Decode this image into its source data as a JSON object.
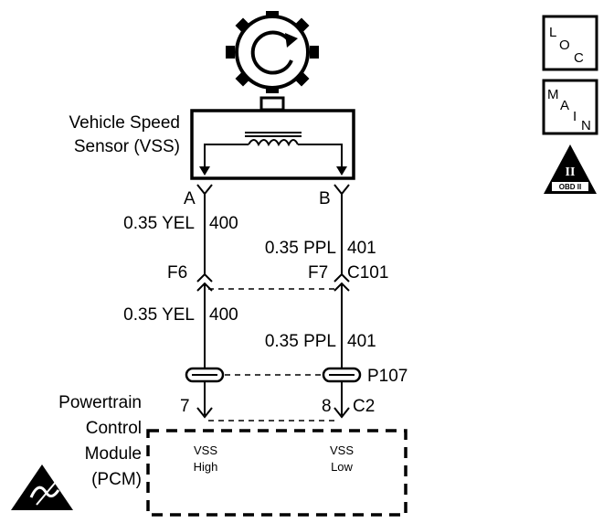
{
  "sensor": {
    "name_line1": "Vehicle Speed",
    "name_line2": "Sensor (VSS)",
    "pin_a": "A",
    "pin_b": "B"
  },
  "wires": {
    "left_upper_gauge_color": "0.35 YEL",
    "left_upper_circuit": "400",
    "right_upper_gauge_color": "0.35 PPL",
    "right_upper_circuit": "401",
    "left_lower_gauge_color": "0.35 YEL",
    "left_lower_circuit": "400",
    "right_lower_gauge_color": "0.35 PPL",
    "right_lower_circuit": "401"
  },
  "connectors": {
    "f6": "F6",
    "f7": "F7",
    "c101": "C101",
    "p107": "P107",
    "pin_7": "7",
    "pin_8": "8",
    "c2": "C2"
  },
  "pcm": {
    "line1": "Powertrain",
    "line2": "Control",
    "line3": "Module",
    "line4": "(PCM)",
    "vss_high_line1": "VSS",
    "vss_high_line2": "High",
    "vss_low_line1": "VSS",
    "vss_low_line2": "Low"
  },
  "icons": {
    "loc": {
      "l": "L",
      "o": "O",
      "c": "C"
    },
    "main": {
      "m": "M",
      "a": "A",
      "i": "I",
      "n": "N"
    },
    "obd": {
      "roman": "II",
      "text": "OBD II"
    },
    "esd": "esd-warning-icon"
  },
  "colors": {
    "ink": "#000000",
    "paper": "#ffffff"
  }
}
